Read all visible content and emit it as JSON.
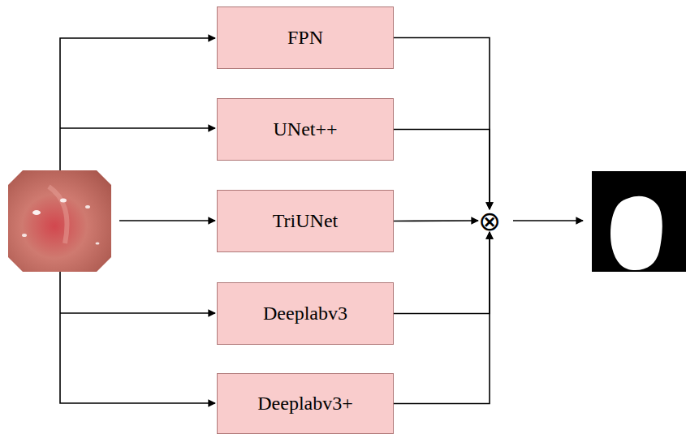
{
  "diagram": {
    "nodes": [
      {
        "text": [
          "FPN"
        ]
      },
      {
        "text": [
          "UNet++"
        ]
      },
      {
        "text": [
          "TriUNet"
        ]
      },
      {
        "text": [
          "Deeplabv3"
        ]
      },
      {
        "text": [
          "Deeplabv3+"
        ]
      },
      {
        "text": [
          "⊗"
        ]
      }
    ],
    "edges": [
      {
        "from": 0,
        "to": 5,
        "arrow": "to"
      },
      {
        "from": 1,
        "to": 5,
        "arrow": "to"
      },
      {
        "from": 2,
        "to": 5,
        "arrow": "to"
      },
      {
        "from": 3,
        "to": 5,
        "arrow": "to"
      },
      {
        "from": 4,
        "to": 5,
        "arrow": "to"
      }
    ]
  }
}
